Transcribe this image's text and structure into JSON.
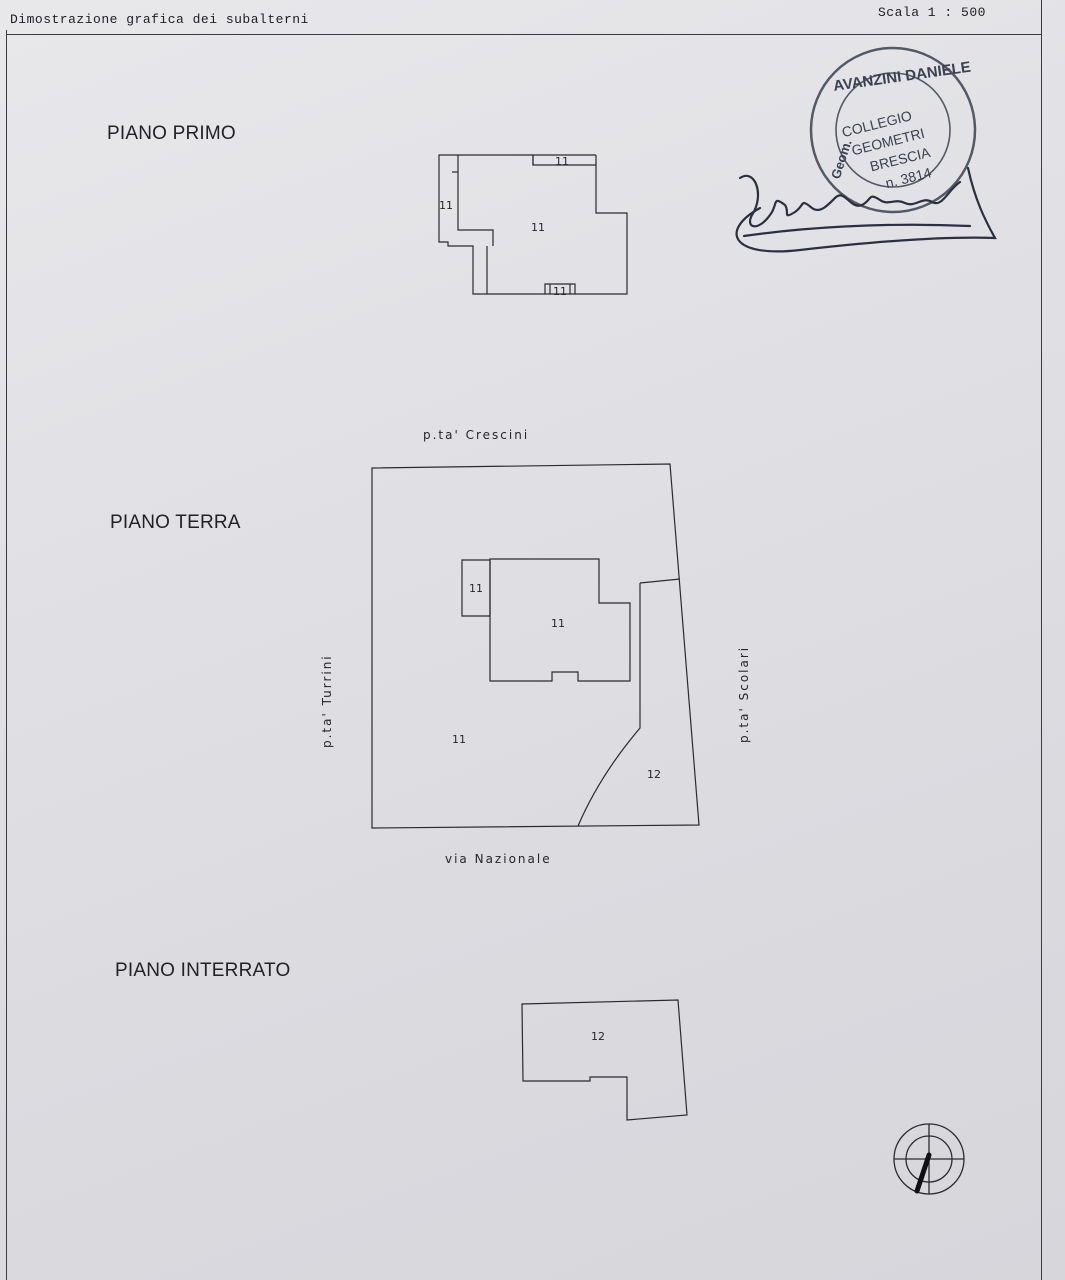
{
  "header": {
    "title": "Dimostrazione grafica dei subalterni",
    "scale": "Scala 1 : 500"
  },
  "floors": {
    "primo": {
      "label": "PIANO PRIMO",
      "units": [
        "11",
        "11",
        "11",
        "11"
      ]
    },
    "terra": {
      "label": "PIANO TERRA",
      "units": [
        "11",
        "11",
        "11",
        "12"
      ]
    },
    "interrato": {
      "label": "PIANO INTERRATO",
      "units": [
        "12"
      ]
    }
  },
  "neighbors": {
    "north": "p.ta' Crescini",
    "west": "p.ta' Turrini",
    "east": "p.ta' Scolari",
    "south": "via Nazionale"
  },
  "stamp": {
    "name": "AVANZINI DANIELE",
    "prefix": "Geom.",
    "line1": "COLLEGIO",
    "line2": "GEOMETRI",
    "line3": "BRESCIA",
    "number": "n. 3814"
  },
  "icons": {
    "compass": "north-arrow-icon",
    "signature": "signature-icon"
  },
  "colors": {
    "paper": "#e3e3e7",
    "ink": "#1e1e22",
    "stamp_ink": "#3a4150"
  }
}
